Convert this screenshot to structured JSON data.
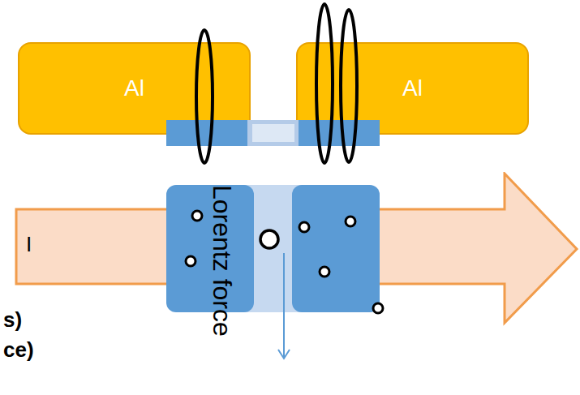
{
  "diagram": {
    "nodes": [
      {
        "text": [
          "Al"
        ]
      },
      {
        "text": [
          "Al"
        ]
      },
      {
        "text": [
          "I"
        ]
      }
    ],
    "labels": [
      "Lorentz force",
      "s)",
      "ce)"
    ]
  }
}
